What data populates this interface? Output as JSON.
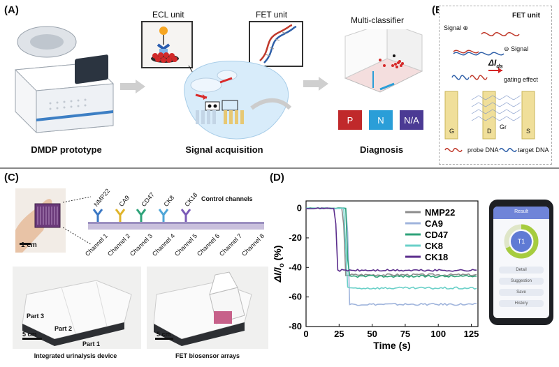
{
  "panels": {
    "a": {
      "letter": "(A)",
      "ecl_unit_label": "ECL unit",
      "fet_unit_label": "FET unit",
      "multi_classifier_label": "Multi-classifier",
      "caption_prototype": "DMDP prototype",
      "caption_signal": "Signal acquisition",
      "caption_diagnosis": "Diagnosis",
      "diagnosis_boxes": [
        {
          "label": "P",
          "color": "#c0292b"
        },
        {
          "label": "N",
          "color": "#2a9ed8"
        },
        {
          "label": "N/A",
          "color": "#4b3a94"
        }
      ]
    },
    "b": {
      "letter": "(B)",
      "title": "FET unit",
      "signal_top": "Signal",
      "signal_right": "Signal",
      "gating_effect": "gating effect",
      "delta_label": "ΔI",
      "delta_sub": "ds",
      "electrodes": [
        "G",
        "D",
        "S"
      ],
      "gr_label": "Gr",
      "probe_dna": "probe DNA",
      "target_dna": "target DNA"
    },
    "c": {
      "letter": "(C)",
      "antibodies": [
        "NMP22",
        "CA9",
        "CD47",
        "CK8",
        "CK18"
      ],
      "control_channels": "Control channels",
      "channels": [
        "Channel 1",
        "Channel 2",
        "Channel 3",
        "Channel 4",
        "Channel 5",
        "Channel 6",
        "Channel 7",
        "Channel 8"
      ],
      "scale_1cm": "1 cm",
      "part_labels": [
        "Part 3",
        "Part 2",
        "Part 1"
      ],
      "scale_5cm_left": "5 cm",
      "scale_5cm_right": "5 cm",
      "caption_left": "Integrated urinalysis device",
      "caption_right": "FET biosensor arrays"
    },
    "d": {
      "letter": "(D)",
      "phone_title": "Result",
      "phone_center": "T1",
      "phone_buttons": [
        "Detail",
        "Suggestion",
        "Save",
        "History"
      ]
    }
  },
  "chart_data": {
    "type": "line",
    "xlabel": "Time (s)",
    "ylabel": "ΔI/I",
    "ylabel_sub": "o",
    "ylabel_unit": "(%)",
    "xlim": [
      0,
      130
    ],
    "ylim": [
      -80,
      5
    ],
    "xticks": [
      0,
      25,
      50,
      75,
      100,
      125
    ],
    "yticks": [
      0,
      -20,
      -40,
      -60,
      -80
    ],
    "series": [
      {
        "name": "NMP22",
        "color": "#8c8c8c",
        "drop_t": 28,
        "final": -45
      },
      {
        "name": "CA9",
        "color": "#9fb4dc",
        "drop_t": 31,
        "final": -65
      },
      {
        "name": "CD47",
        "color": "#2fa37a",
        "drop_t": 30,
        "final": -46
      },
      {
        "name": "CK8",
        "color": "#6ad0c8",
        "drop_t": 29,
        "final": -54
      },
      {
        "name": "CK18",
        "color": "#5b2d8c",
        "drop_t": 22,
        "final": -42
      }
    ]
  }
}
